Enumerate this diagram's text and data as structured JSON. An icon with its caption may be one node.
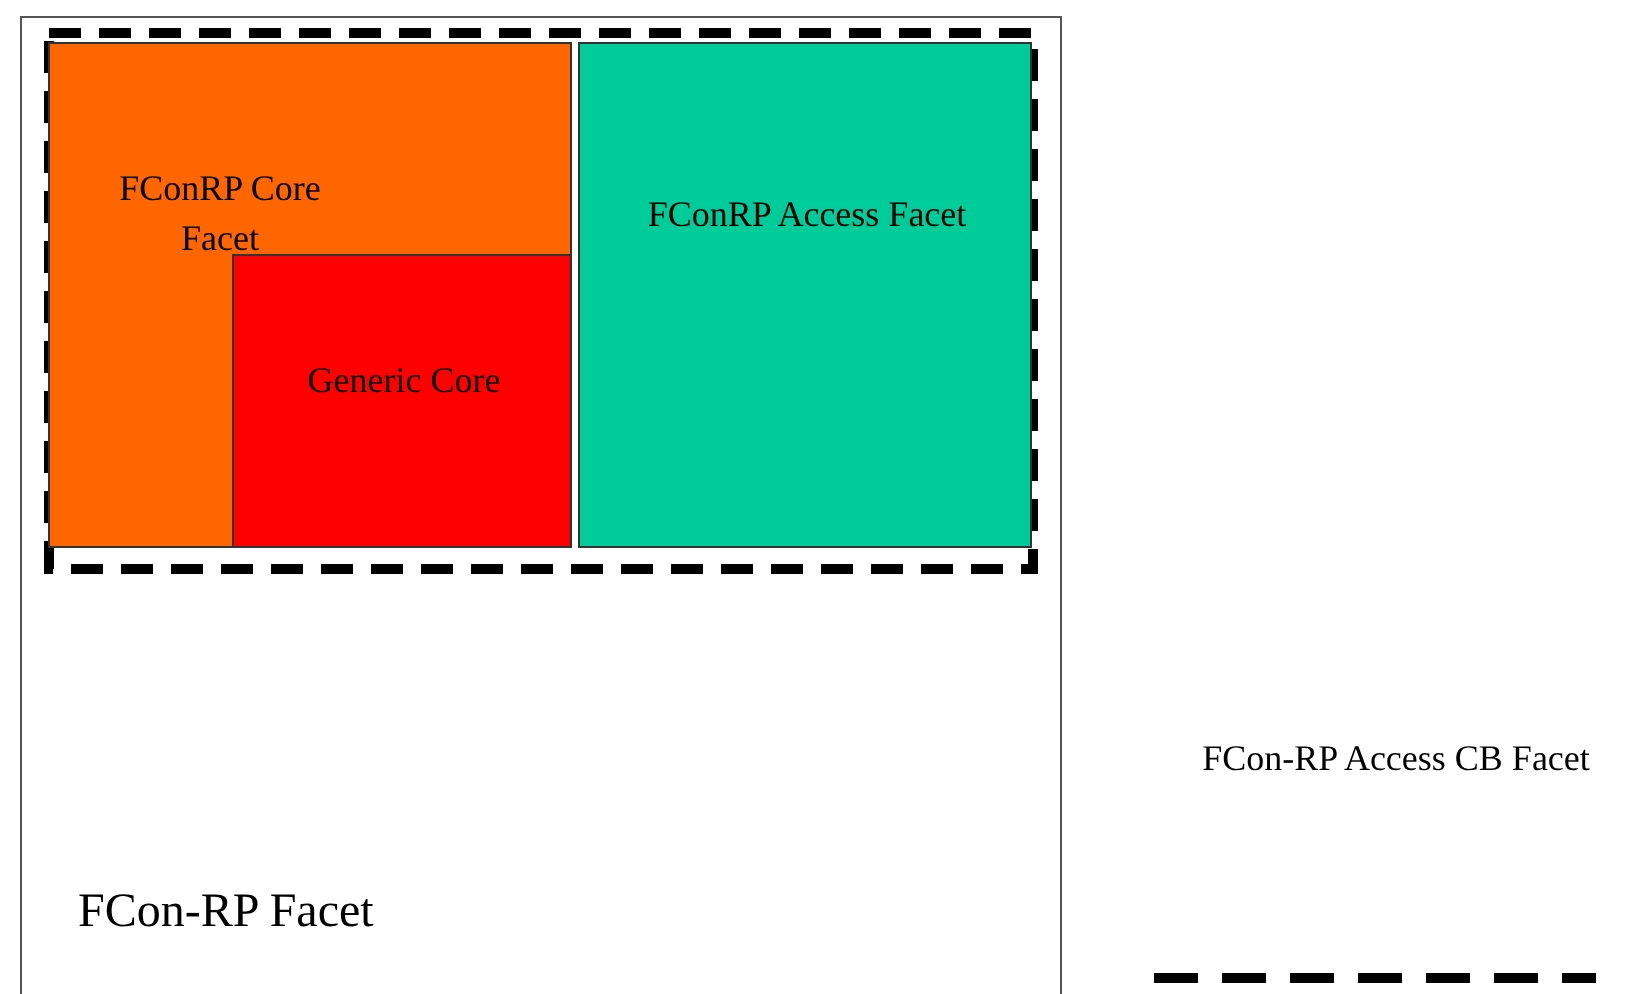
{
  "diagram": {
    "nodes": [
      {
        "text": [
          "FCon-RP Facet"
        ]
      },
      {
        "text": [],
        "shape": "box",
        "in": 0
      },
      {
        "text": [
          "FConRP Core Facet"
        ],
        "in": 1
      },
      {
        "text": [
          "Generic Core"
        ],
        "in": 2
      },
      {
        "text": [
          "FConRP Access Facet"
        ],
        "in": 1
      }
    ],
    "legend": [
      {
        "text": "FCon-RP Access CB Facet"
      }
    ]
  }
}
